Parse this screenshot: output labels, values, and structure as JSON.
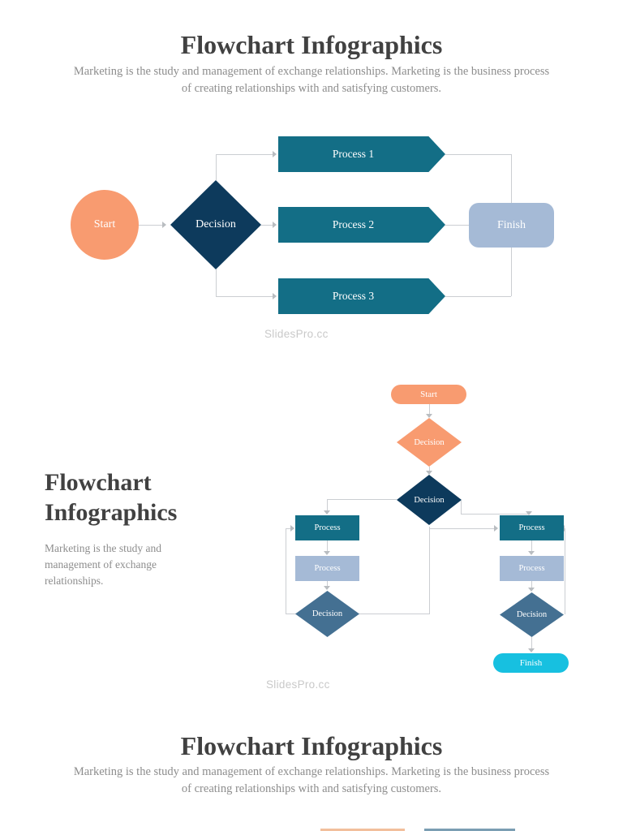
{
  "colors": {
    "orange": "#F89B70",
    "navy": "#0D3A5C",
    "teal": "#136E86",
    "steel-blue": "#447092",
    "light-blue": "#A5BAD6",
    "cyan": "#17C0E0",
    "line": "#CBCED2",
    "arrow": "#B9BDC1",
    "title-color": "#414141",
    "muted-text": "#8D8D8D",
    "watermark-color": "#C9C9C9",
    "bottom-orange-bar": "#F2BF9C",
    "bottom-blue-bar": "#7B9EB3"
  },
  "top_section": {
    "title": "Flowchart Infographics",
    "subtitle_line1": "Marketing is the study and management of exchange relationships. Marketing is the business process",
    "subtitle_line2": "of creating relationships with and satisfying customers."
  },
  "chart1": {
    "watermark": "SlidesPro.cc",
    "nodes": {
      "start": "Start",
      "decision": "Decision",
      "process1": "Process 1",
      "process2": "Process 2",
      "process3": "Process 3",
      "finish": "Finish"
    }
  },
  "middle_section": {
    "heading_line1": "Flowchart",
    "heading_line2": "Infographics",
    "paragraph": "Marketing is the study and management of exchange relationships."
  },
  "chart2": {
    "watermark": "SlidesPro.cc",
    "nodes": {
      "start": "Start",
      "decision_top": "Decision",
      "decision_main": "Decision",
      "left_process_1": "Process",
      "left_process_2": "Process",
      "left_decision": "Decision",
      "right_process_1": "Process",
      "right_process_2": "Process",
      "right_decision": "Decision",
      "finish": "Finish"
    }
  },
  "bottom_section": {
    "title": "Flowchart Infographics",
    "subtitle_line1": "Marketing is the study and management of exchange relationships. Marketing is the business process",
    "subtitle_line2": "of creating relationships with and satisfying customers."
  }
}
